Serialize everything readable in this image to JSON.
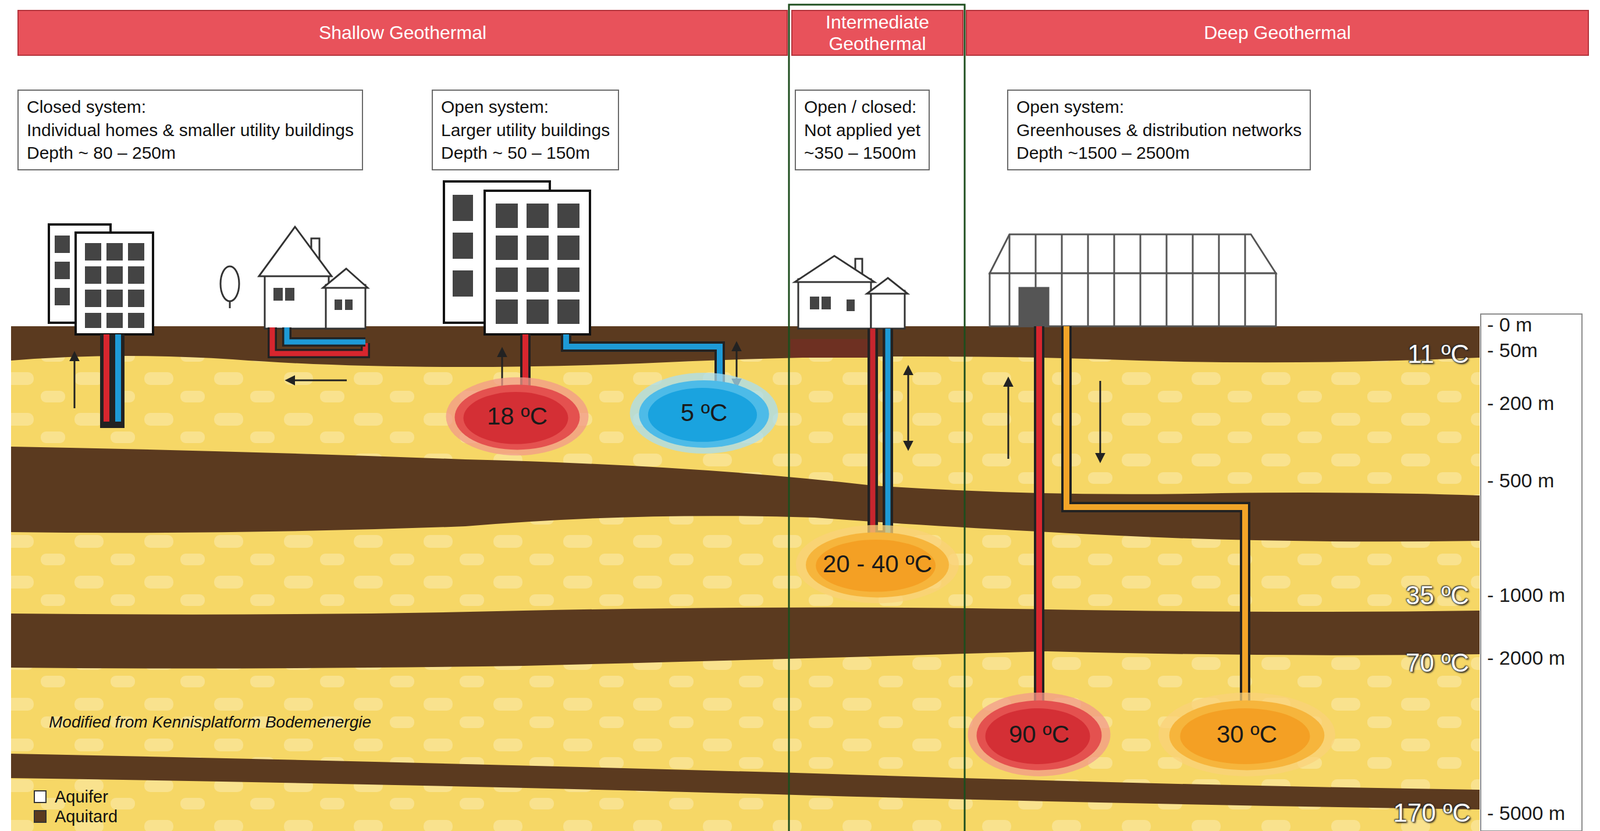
{
  "diagram": {
    "nodes": [
      {
        "text": [
          "Shallow Geothermal"
        ]
      },
      {
        "text": [
          "Intermediate Geothermal"
        ]
      },
      {
        "text": [
          "Deep Geothermal"
        ]
      },
      {
        "text": [
          "Closed system:",
          "Individual homes & smaller utility buildings",
          "Depth ~ 80 – 250m"
        ]
      },
      {
        "text": [
          "Open system:",
          "Larger utility buildings",
          "Depth ~ 50 – 150m"
        ]
      },
      {
        "text": [
          "Open / closed:",
          "Not applied yet",
          "~350 – 1500m"
        ]
      },
      {
        "text": [
          "Open system:",
          "Greenhouses & distribution networks",
          "Depth ~1500 – 2500m"
        ]
      },
      {
        "text": [
          "18 ºC"
        ]
      },
      {
        "text": [
          "5 ºC"
        ]
      },
      {
        "text": [
          "20 - 40 ºC"
        ]
      },
      {
        "text": [
          "90 ºC"
        ]
      },
      {
        "text": [
          "30 ºC"
        ]
      }
    ],
    "labels": [
      "11 ºC",
      "35 ºC",
      "70 ºC",
      "170 ºC",
      "- 0 m",
      "- 50m",
      "- 200 m",
      "- 500 m",
      "- 1000 m",
      "- 2000 m",
      "- 5000 m",
      "Modified from Kennisplatform Bodemenergie"
    ],
    "legend": [
      {
        "text": "Aquifer",
        "color": "#ffffff"
      },
      {
        "text": "Aquitard",
        "color": "#5b3a1f"
      }
    ]
  }
}
